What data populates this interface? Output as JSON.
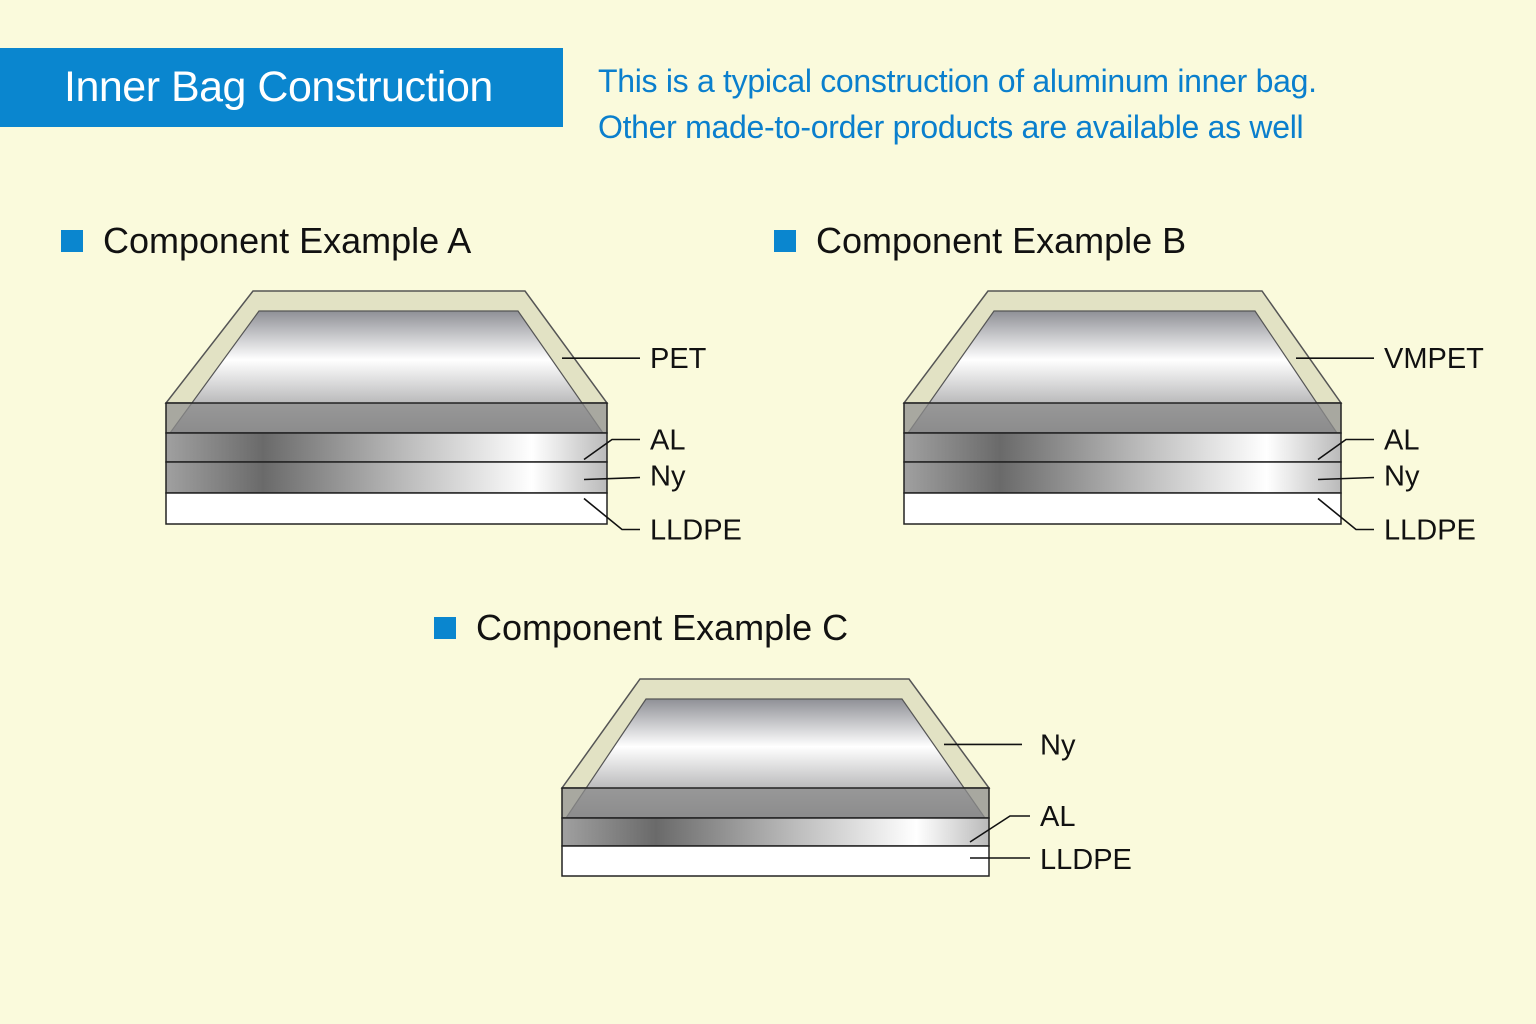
{
  "header": {
    "title": "Inner Bag Construction",
    "intro_line1": "This is a typical construction of aluminum inner bag.",
    "intro_line2": "Other made-to-order products are available as well"
  },
  "colors": {
    "accent": "#0a86cf",
    "background": "#fafadc",
    "text_blue": "#0a7fcd"
  },
  "examples": [
    {
      "title": "Component Example A",
      "layers": [
        "PET",
        "AL",
        "Ny",
        "LLDPE"
      ]
    },
    {
      "title": "Component Example B",
      "layers": [
        "VMPET",
        "AL",
        "Ny",
        "LLDPE"
      ]
    },
    {
      "title": "Component Example C",
      "layers": [
        "Ny",
        "AL",
        "LLDPE"
      ]
    }
  ]
}
